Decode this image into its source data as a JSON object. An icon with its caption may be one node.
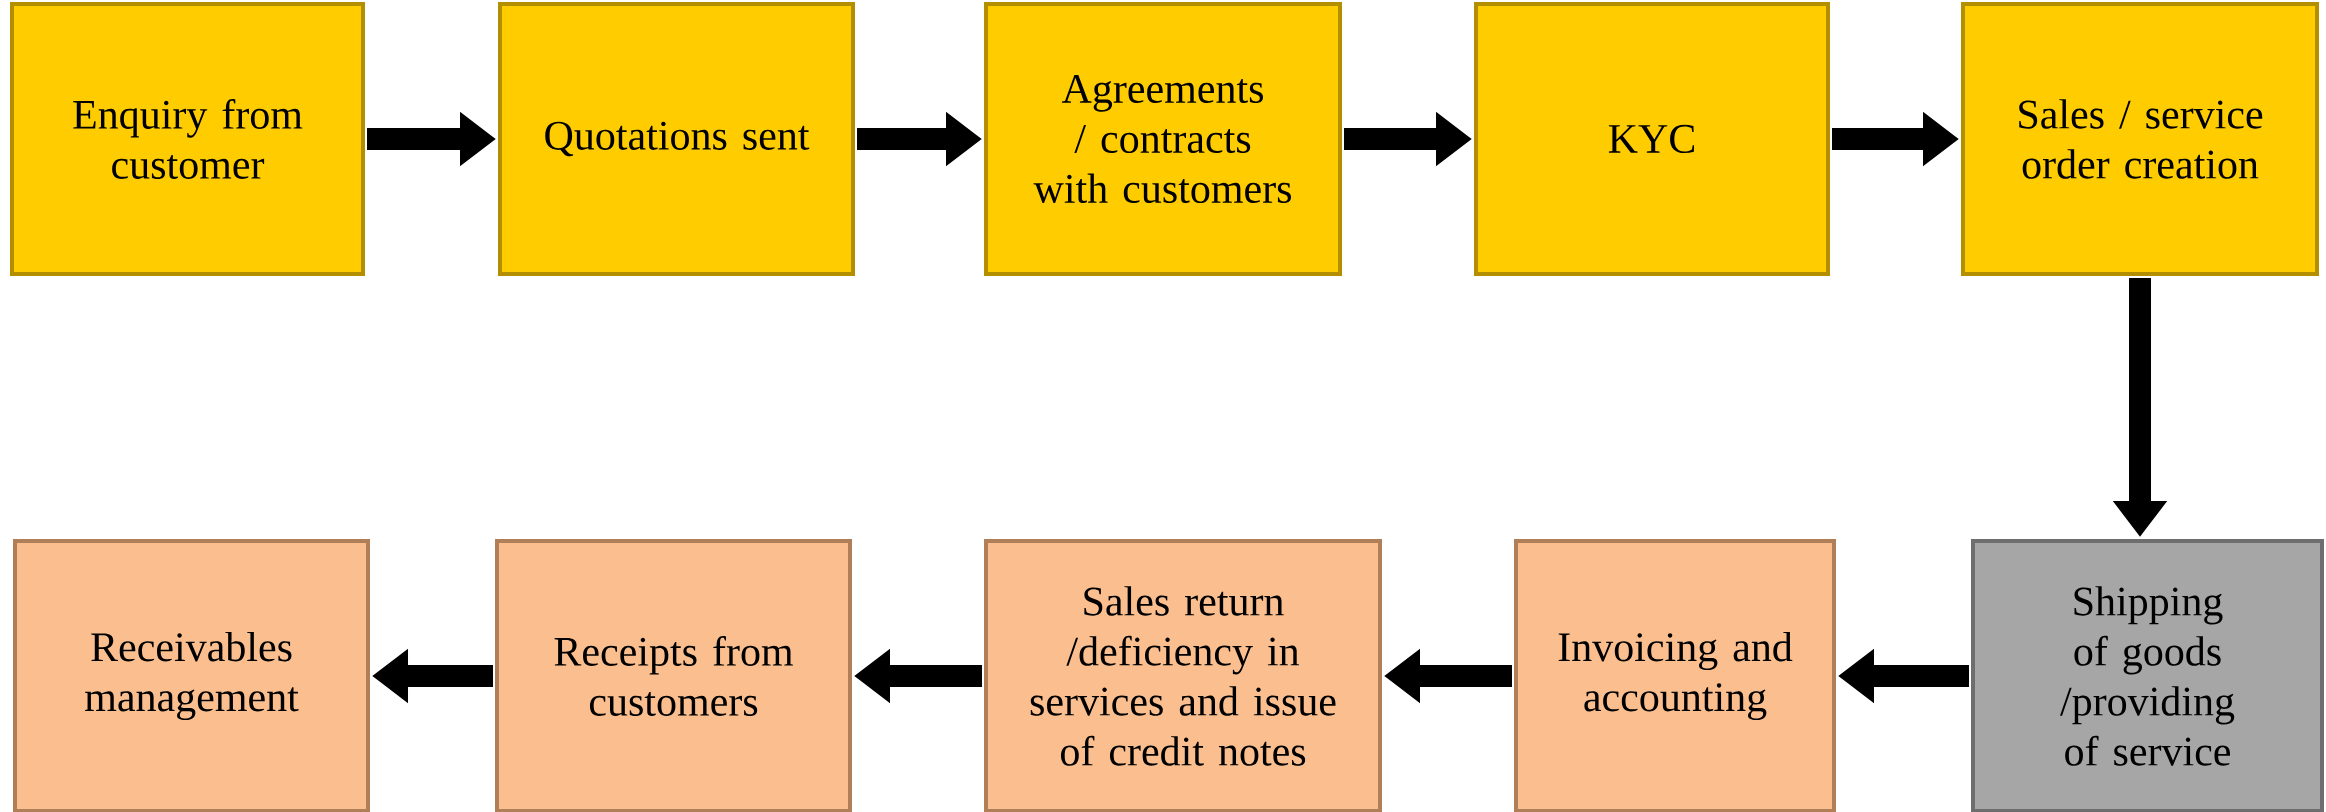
{
  "diagram": {
    "nodes": [
      {
        "text": [
          "Enquiry from customer"
        ]
      },
      {
        "text": [
          "Quotations sent"
        ]
      },
      {
        "text": [
          "Agreements / contracts with customers"
        ]
      },
      {
        "text": [
          "KYC"
        ]
      },
      {
        "text": [
          "Sales / service order creation"
        ]
      },
      {
        "text": [
          "Receivables management"
        ]
      },
      {
        "text": [
          "Receipts from customers"
        ]
      },
      {
        "text": [
          "Sales return /deficiency in services and issue of credit notes"
        ]
      },
      {
        "text": [
          "Invoicing and accounting"
        ]
      },
      {
        "text": [
          "Shipping of goods /providing of service"
        ]
      }
    ],
    "edges": [
      {
        "from": 0,
        "to": 1,
        "arrow": "to"
      },
      {
        "from": 1,
        "to": 2,
        "arrow": "to"
      },
      {
        "from": 2,
        "to": 3,
        "arrow": "to"
      },
      {
        "from": 3,
        "to": 4,
        "arrow": "to"
      },
      {
        "from": 4,
        "to": 9,
        "arrow": "to"
      },
      {
        "from": 9,
        "to": 8,
        "arrow": "to"
      },
      {
        "from": 8,
        "to": 7,
        "arrow": "to"
      },
      {
        "from": 7,
        "to": 6,
        "arrow": "to"
      },
      {
        "from": 6,
        "to": 5,
        "arrow": "to"
      }
    ]
  }
}
